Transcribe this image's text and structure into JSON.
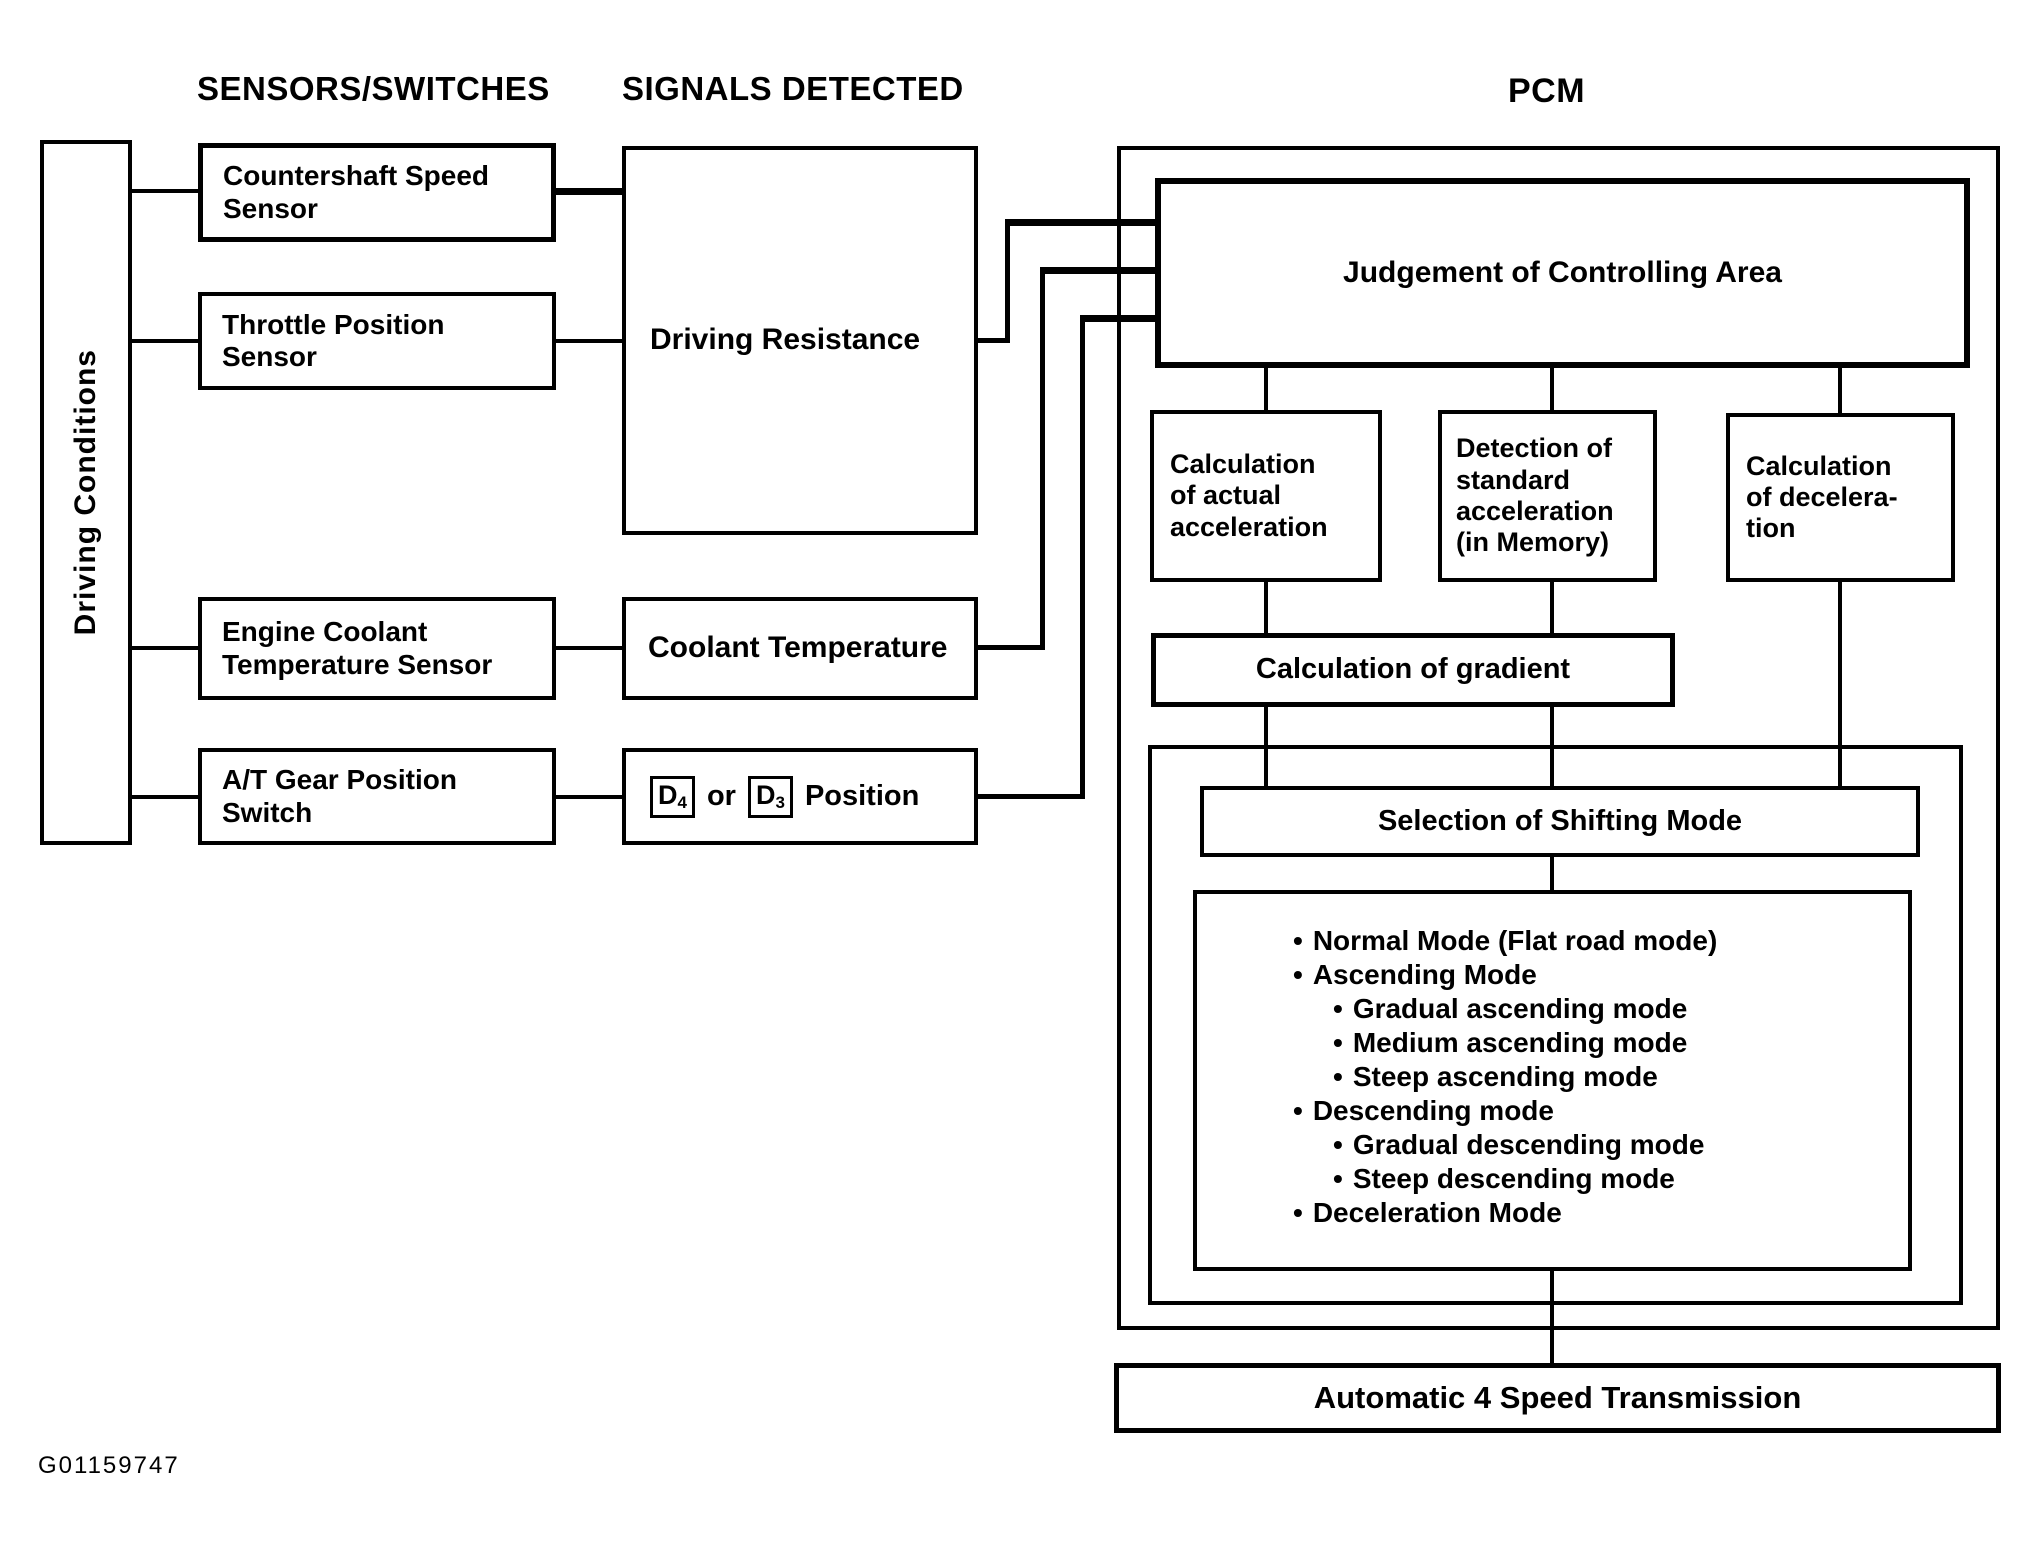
{
  "figure": {
    "code": "G01159747"
  },
  "headers": {
    "sensors": "SENSORS/SWITCHES",
    "signals": "SIGNALS DETECTED",
    "pcm": "PCM"
  },
  "left": {
    "driving_conditions": "Driving Conditions",
    "sensors": [
      {
        "label": "Countershaft Speed\nSensor"
      },
      {
        "label": "Throttle Position\nSensor"
      },
      {
        "label": "Engine Coolant\nTemperature Sensor"
      },
      {
        "label": "A/T Gear Position\nSwitch"
      }
    ]
  },
  "signals": {
    "driving_resistance": "Driving Resistance",
    "coolant_temperature": "Coolant Temperature",
    "gear_position": {
      "d4_letter": "D",
      "d4_sub": "4",
      "or_text": "or",
      "d3_letter": "D",
      "d3_sub": "3",
      "suffix": "Position"
    }
  },
  "pcm": {
    "judgement": "Judgement of Controlling Area",
    "calc_actual_acceleration": "Calculation\nof actual\nacceleration",
    "detection_standard_acceleration": "Detection of\nstandard\nacceleration\n(in Memory)",
    "calc_deceleration": "Calculation\nof decelera-\ntion",
    "calc_gradient": "Calculation of gradient",
    "selection_shifting_mode": "Selection of Shifting Mode",
    "bullet": "•",
    "modes": [
      {
        "level": 1,
        "text": "Normal Mode (Flat road mode)"
      },
      {
        "level": 1,
        "text": "Ascending Mode"
      },
      {
        "level": 2,
        "text": "Gradual ascending mode"
      },
      {
        "level": 2,
        "text": "Medium ascending mode"
      },
      {
        "level": 2,
        "text": "Steep ascending mode"
      },
      {
        "level": 1,
        "text": "Descending mode"
      },
      {
        "level": 2,
        "text": "Gradual descending mode"
      },
      {
        "level": 2,
        "text": "Steep descending mode"
      },
      {
        "level": 1,
        "text": "Deceleration Mode"
      }
    ]
  },
  "output": {
    "transmission": "Automatic 4 Speed Transmission"
  },
  "colors": {
    "ink": "#000000",
    "paper": "#ffffff"
  }
}
